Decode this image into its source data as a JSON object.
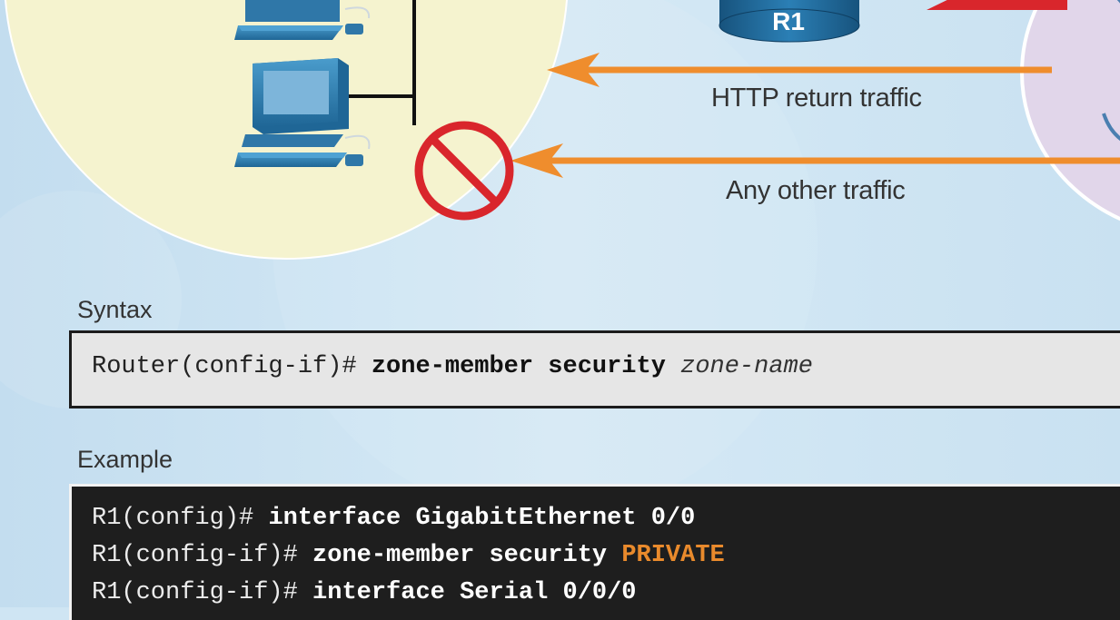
{
  "diagram": {
    "router_label": "R1",
    "http_return_label": "HTTP return traffic",
    "other_traffic_label": "Any other traffic",
    "colors": {
      "arrow": "#ef8d2d",
      "prohibit": "#d9262c",
      "inside_zone": "#f5f3cf",
      "outside_zone": "#e1d6ea",
      "pc": "#2f77a8",
      "router": "#1d5f8c"
    }
  },
  "syntax": {
    "section_label": "Syntax",
    "prompt": "Router(config-if)#",
    "command": "zone-member security",
    "argument": "zone-name"
  },
  "example": {
    "section_label": "Example",
    "lines": [
      {
        "prompt": "R1(config)#",
        "command": "interface GigabitEthernet 0/0",
        "highlight": ""
      },
      {
        "prompt": "R1(config-if)#",
        "command": "zone-member security",
        "highlight": "PRIVATE"
      },
      {
        "prompt": "R1(config-if)#",
        "command": "interface Serial 0/0/0",
        "highlight": ""
      }
    ]
  }
}
